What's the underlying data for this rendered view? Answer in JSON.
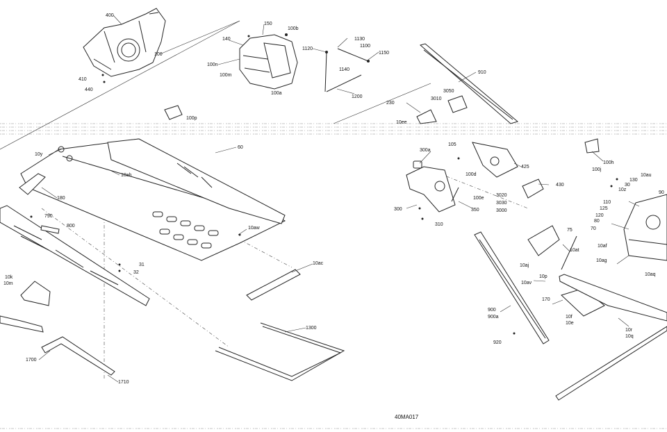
{
  "diagram": {
    "reference_code": "40MA017",
    "callouts": [
      "400",
      "100",
      "140",
      "150",
      "100b",
      "100n",
      "100m",
      "100a",
      "410",
      "440",
      "1120",
      "1130",
      "1100",
      "1150",
      "1140",
      "1200",
      "910",
      "3050",
      "3010",
      "230",
      "10ee",
      "100p",
      "60",
      "10y",
      "10ah",
      "180",
      "790",
      "800",
      "10aw",
      "31",
      "32",
      "10ac",
      "10k",
      "10m",
      "1300",
      "1700",
      "1710",
      "300a",
      "105",
      "100d",
      "425",
      "100e",
      "3020",
      "3030",
      "3000",
      "430",
      "300",
      "350",
      "310",
      "100h",
      "100j",
      "10au",
      "130",
      "90",
      "10z",
      "30",
      "110",
      "125",
      "120",
      "80",
      "70",
      "10af",
      "10ag",
      "10aq",
      "75",
      "10at",
      "10aj",
      "10p",
      "10av",
      "170",
      "10f",
      "10e",
      "900",
      "900a",
      "920",
      "10r",
      "10q"
    ]
  }
}
